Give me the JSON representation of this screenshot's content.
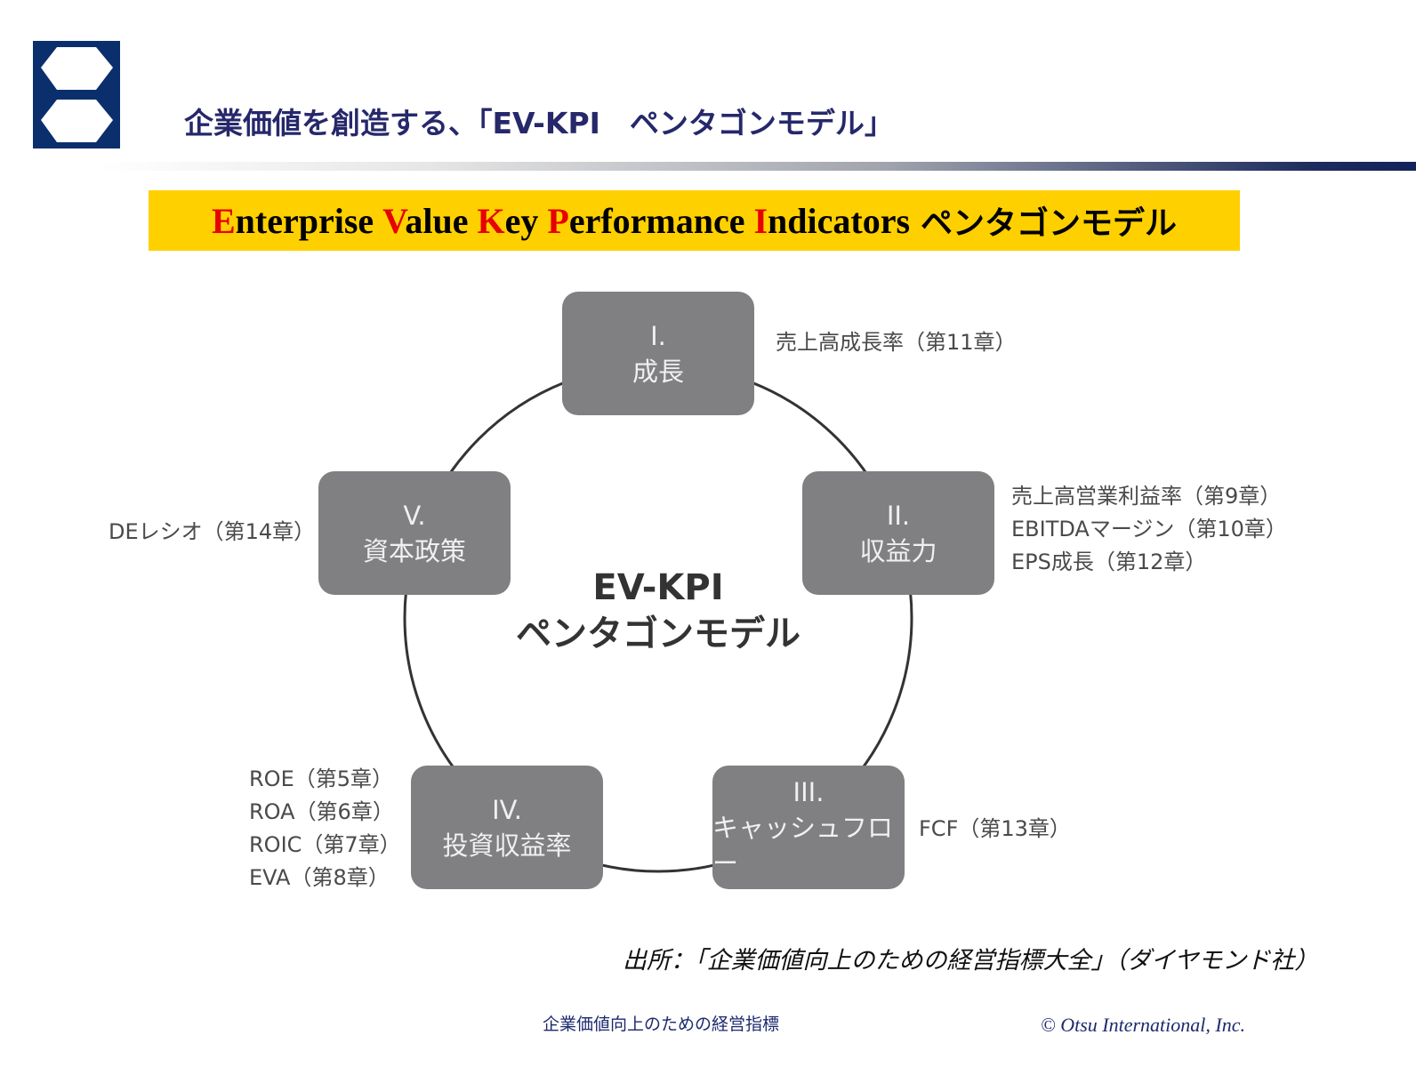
{
  "header": {
    "title": "企業価値を創造する、「EV-KPI　ペンタゴンモデル」",
    "accent_color": "#26286b"
  },
  "banner": {
    "parts": [
      {
        "initial": "E",
        "rest": "nterprise "
      },
      {
        "initial": "V",
        "rest": "alue "
      },
      {
        "initial": "K",
        "rest": "ey "
      },
      {
        "initial": "P",
        "rest": "erformance "
      },
      {
        "initial": "I",
        "rest": "ndicators"
      }
    ],
    "suffix": "ペンタゴンモデル",
    "background": "#ffd000",
    "initial_color": "#e60000"
  },
  "diagram": {
    "center_line1": "EV-KPI",
    "center_line2": "ペンタゴンモデル",
    "nodes": [
      {
        "numeral": "I.",
        "name": "成長",
        "kpis": [
          "売上高成長率（第11章）"
        ]
      },
      {
        "numeral": "II.",
        "name": "収益力",
        "kpis": [
          "売上高営業利益率（第9章）",
          "EBITDAマージン（第10章）",
          "EPS成長（第12章）"
        ]
      },
      {
        "numeral": "III.",
        "name": "キャッシュフロー",
        "kpis": [
          "FCF（第13章）"
        ]
      },
      {
        "numeral": "IV.",
        "name": "投資収益率",
        "kpis": [
          "ROE（第5章）",
          "ROA（第6章）",
          "ROIC（第7章）",
          "EVA（第8章）"
        ]
      },
      {
        "numeral": "V.",
        "name": "資本政策",
        "kpis": [
          "DEレシオ（第14章）"
        ]
      }
    ]
  },
  "source": "出所：「企業価値向上のための経営指標大全」（ダイヤモンド社）",
  "footer": {
    "left": "企業価値向上のための経営指標",
    "right": "© Otsu International, Inc."
  }
}
